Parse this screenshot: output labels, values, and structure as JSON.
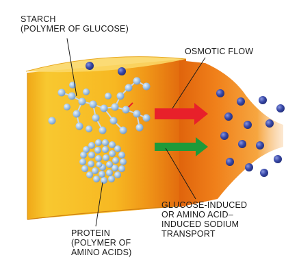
{
  "labels": {
    "starch": [
      "STARCH",
      "(POLYMER OF GLUCOSE)"
    ],
    "osmotic_flow": "OSMOTIC FLOW",
    "transport": [
      "GLUCOSE-INDUCED",
      "OR AMINO ACID–",
      "INDUCED SODIUM",
      "TRANSPORT"
    ],
    "protein": [
      "PROTEIN",
      "(POLYMER OF",
      "AMINO ACIDS)"
    ]
  },
  "colors": {
    "intestine": "#f6b81e",
    "intestine_dark": "#e07a0e",
    "glucose": "#a8c8e8",
    "sodium": "#3848a8",
    "osmotic_arrow": "#e8202a",
    "transport_arrow": "#1e9a3a",
    "leader_line": "#1a1a1a"
  },
  "icons": {
    "osmotic_arrow": "arrow-right-icon",
    "transport_arrow": "arrow-right-icon"
  }
}
